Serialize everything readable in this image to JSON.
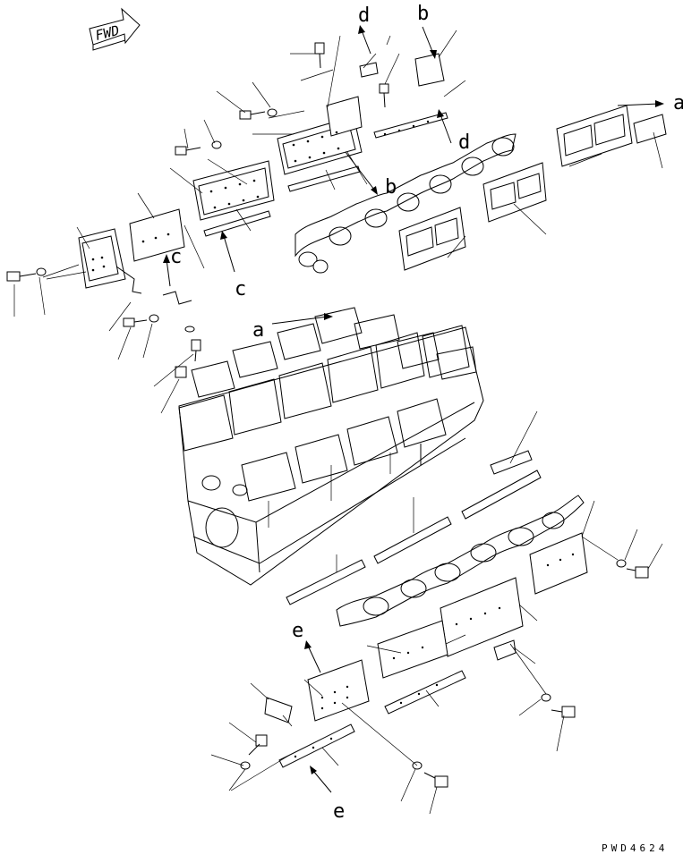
{
  "figure": {
    "direction_badge": "FWD",
    "drawing_code": "PWD4624",
    "callouts": [
      "a",
      "a",
      "b",
      "b",
      "c",
      "c",
      "d",
      "d",
      "e",
      "e"
    ]
  }
}
